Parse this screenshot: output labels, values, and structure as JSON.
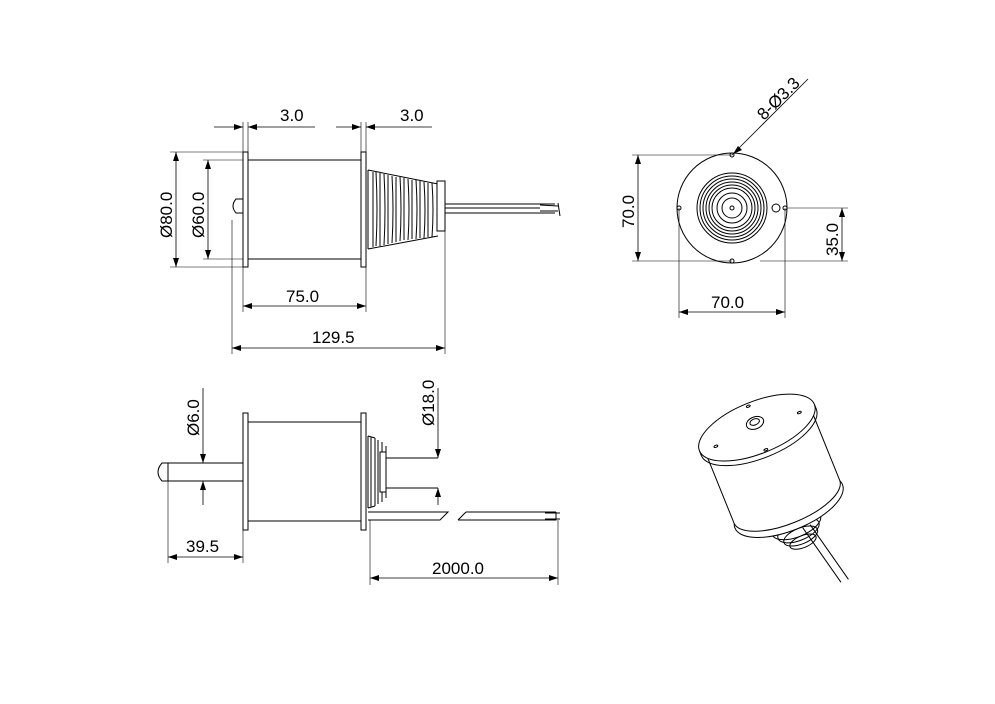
{
  "dimensions": {
    "flange_left_thickness": "3.0",
    "flange_right_thickness": "3.0",
    "flange_diameter": "Ø80.0",
    "body_diameter": "Ø60.0",
    "body_length": "75.0",
    "overall_length": "129.5",
    "front_height": "70.0",
    "front_width": "70.0",
    "front_half_height": "35.0",
    "mounting_holes": "8-Ø3.3",
    "plunger_diameter": "Ø6.0",
    "boss_diameter": "Ø18.0",
    "plunger_extension": "39.5",
    "cable_length": "2000.0"
  }
}
